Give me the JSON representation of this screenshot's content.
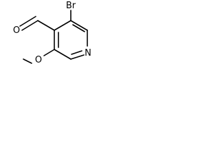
{
  "molecule": {
    "atoms": {
      "bromine": "Br",
      "aldehyde_oxygen": "O",
      "ring_nitrogen": "N",
      "methoxy_oxygen": "O"
    }
  }
}
